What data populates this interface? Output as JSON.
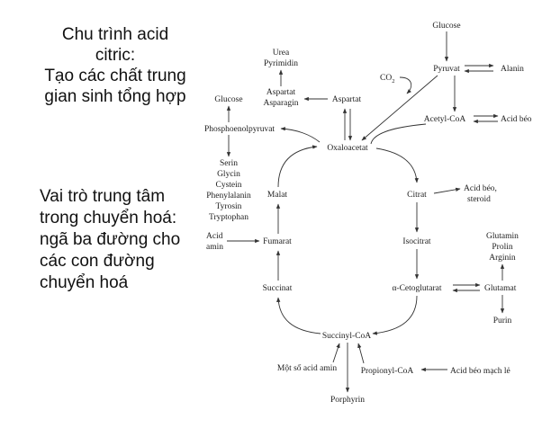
{
  "left_panel": {
    "title_lines": [
      "Chu trình acid",
      "citric:",
      "Tạo các chất trung",
      "gian sinh tổng hợp"
    ],
    "role_lines": [
      "Vai trò trung tâm",
      "trong chuyển hoá:",
      "ngã ba đường cho",
      "các con đường",
      "chuyển hoá"
    ]
  },
  "diagram": {
    "glucose_top": "Glucose",
    "pyruvat": "Pyruvat",
    "alanin": "Alanin",
    "co2_main": "CO",
    "co2_sub": "2",
    "acetyl_coa": "Acetyl-CoA",
    "acid_beo_1": "Acid béo",
    "urea": "Urea",
    "pyrimidin": "Pyrimidin",
    "aspartat_left": "Aspartat",
    "asparagin": "Asparagin",
    "aspartat": "Aspartat",
    "glucose_left": "Glucose",
    "phosphoenolpyruvat": "Phosphoenolpyruvat",
    "oxaloacetat": "Oxaloacetat",
    "serin": "Serin",
    "glycin": "Glycin",
    "cystein": "Cystein",
    "phenylalanin": "Phenylalanin",
    "tyrosin": "Tyrosin",
    "tryptophan": "Tryptophan",
    "malat": "Malat",
    "citrat": "Citrat",
    "acid_beo_steroid_1": "Acid béo,",
    "acid_beo_steroid_2": "steroid",
    "acid_amin_1": "Acid",
    "acid_amin_2": "amin",
    "fumarat": "Fumarat",
    "isocitrat": "Isocitrat",
    "glutamin": "Glutamin",
    "prolin": "Prolin",
    "arginin": "Arginin",
    "succinat": "Succinat",
    "cetoglutarat": "α-Cetoglutarat",
    "glutamat": "Glutamat",
    "purin": "Purin",
    "succinyl_coa": "Succinyl-CoA",
    "mot_so_acid_amin": "Một số acid amin",
    "propionyl_coa": "Propionyl-CoA",
    "acid_beo_mach_le": "Acid béo mạch lẻ",
    "porphyrin": "Porphyrin"
  }
}
